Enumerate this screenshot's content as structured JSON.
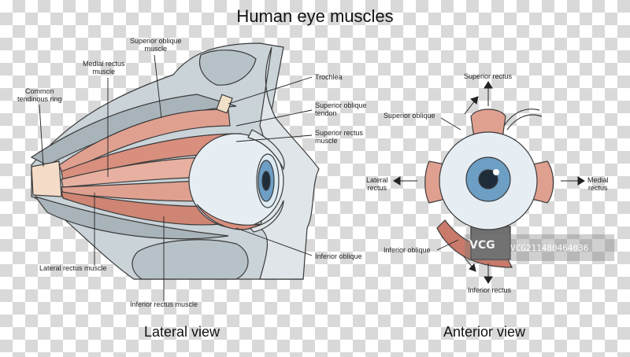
{
  "title": "Human eye muscles",
  "lateral": {
    "view_label": "Lateral view",
    "labels": {
      "superior_oblique_muscle": "Superior oblique\nmuscle",
      "medial_rectus_muscle": "Medial rectus\nmuscle",
      "common_tendinous_ring": "Common\ntendinous ring",
      "trochlea": "Trochlea",
      "superior_oblique_tendon": "Superior oblique\ntendon",
      "superior_rectus_muscle": "Superior rectus\nmuscle",
      "inferior_oblique": "Inferior oblique",
      "lateral_rectus_muscle": "Lateral rectus muscle",
      "inferior_rectus_muscle": "Inferior rectus muscle"
    }
  },
  "anterior": {
    "view_label": "Anterior view",
    "labels": {
      "superior_rectus": "Superior rectus",
      "superior_oblique": "Superior oblique",
      "lateral_rectus": "Lateral\nrectus",
      "medial_rectus": "Medial\nrectus",
      "inferior_oblique": "Inferior oblique",
      "inferior_rectus": "Inferior rectus"
    }
  },
  "watermark": {
    "logo": "VCG",
    "id_text": "VCG211480464036"
  },
  "colors": {
    "muscle": "#e0a090",
    "muscle_dark": "#c97a6a",
    "bone": "#c9d3d8",
    "skin": "#dfe5e8",
    "iris": "#6d9ec4",
    "outline": "#3a3a3a"
  }
}
